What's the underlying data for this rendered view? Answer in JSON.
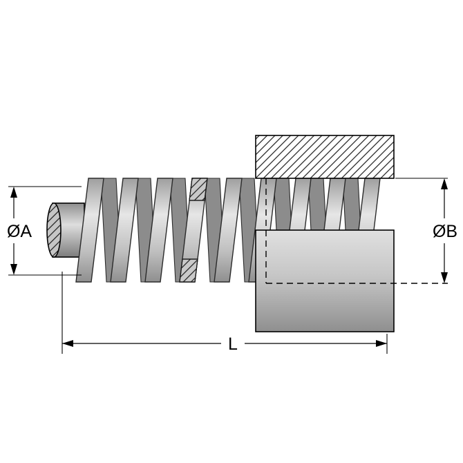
{
  "diagram": {
    "kind": "die-spring-cross-section-drawing",
    "labels": {
      "dia_a": "ØA",
      "dia_b": "ØB",
      "length": "L"
    },
    "colors": {
      "background": "#ffffff",
      "line": "#000000",
      "spring_face": "#cfcfcf",
      "spring_back": "#8c8c8c",
      "block_face": "#c0c0c0",
      "hatch_line": "#1a1a1a"
    }
  }
}
